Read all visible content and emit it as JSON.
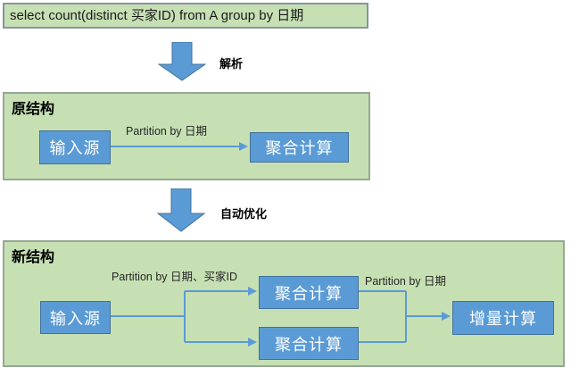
{
  "colors": {
    "panel_green": "#c6e0b4",
    "panel_border": "#97a795",
    "sql_border": "#8795a1",
    "node_blue": "#5b9bd5",
    "node_border": "#41719c",
    "arrow_blue": "#5b9bd5",
    "node_text": "#ffffff"
  },
  "sql_query": "select count(distinct 买家ID) from A group by 日期",
  "flow": {
    "step1_label": "解析",
    "step2_label": "自动优化"
  },
  "original_structure": {
    "title": "原结构",
    "edge_label": "Partition by 日期",
    "nodes": {
      "input": "输入源",
      "aggregate": "聚合计算"
    }
  },
  "new_structure": {
    "title": "新结构",
    "edge_label_left": "Partition by 日期、买家ID",
    "edge_label_right": "Partition by 日期",
    "nodes": {
      "input": "输入源",
      "aggregate_top": "聚合计算",
      "aggregate_bottom": "聚合计算",
      "incremental": "增量计算"
    }
  }
}
